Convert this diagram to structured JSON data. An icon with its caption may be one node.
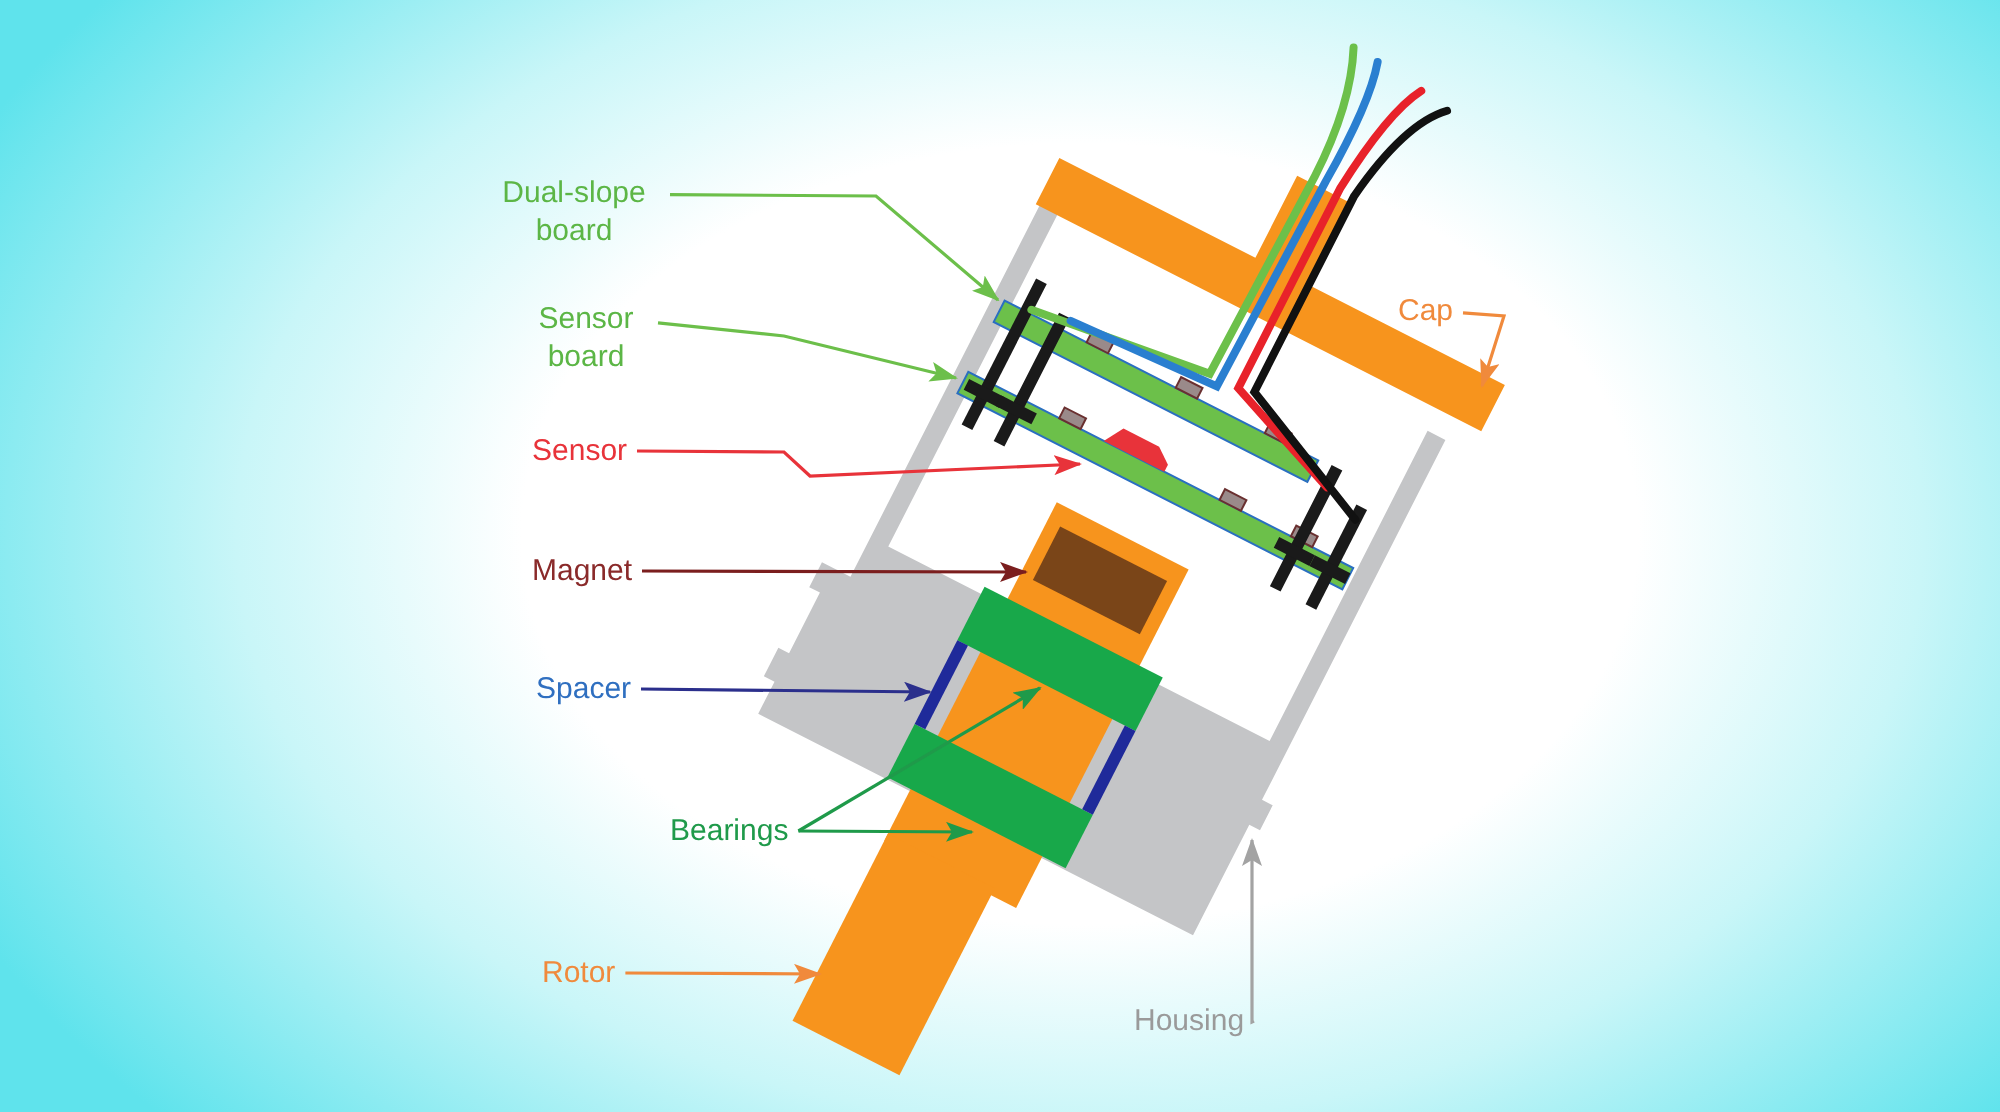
{
  "diagram": {
    "nodes": [
      {
        "text": [
          "Dual-slope board"
        ]
      },
      {
        "text": [
          "Sensor board"
        ]
      },
      {
        "text": [
          "Sensor"
        ]
      },
      {
        "text": [
          "Magnet"
        ]
      },
      {
        "text": [
          "Spacer"
        ]
      },
      {
        "text": [
          "Bearings"
        ]
      },
      {
        "text": [
          "Rotor"
        ]
      },
      {
        "text": [
          "Housing"
        ]
      },
      {
        "text": [
          "Cap"
        ]
      }
    ],
    "edges": [
      {
        "from": 0,
        "to": null,
        "arrow": "to",
        "color": "#6cbf4a"
      },
      {
        "from": 1,
        "to": null,
        "arrow": "to",
        "color": "#6cbf4a"
      },
      {
        "from": 2,
        "to": null,
        "arrow": "to",
        "color": "#e8333a"
      },
      {
        "from": 3,
        "to": null,
        "arrow": "to",
        "color": "#7b1e1e"
      },
      {
        "from": 4,
        "to": null,
        "arrow": "to",
        "color": "#2b2f8c"
      },
      {
        "from": 5,
        "to": null,
        "arrow": "to",
        "color": "#1f9a4a"
      },
      {
        "from": 5,
        "to": null,
        "arrow": "to",
        "color": "#1f9a4a"
      },
      {
        "from": 6,
        "to": null,
        "arrow": "to",
        "color": "#f08a3c"
      },
      {
        "from": 7,
        "to": null,
        "arrow": "to",
        "color": "#a3a3a3"
      },
      {
        "from": 8,
        "to": null,
        "arrow": "to",
        "color": "#f08a3c"
      }
    ]
  }
}
